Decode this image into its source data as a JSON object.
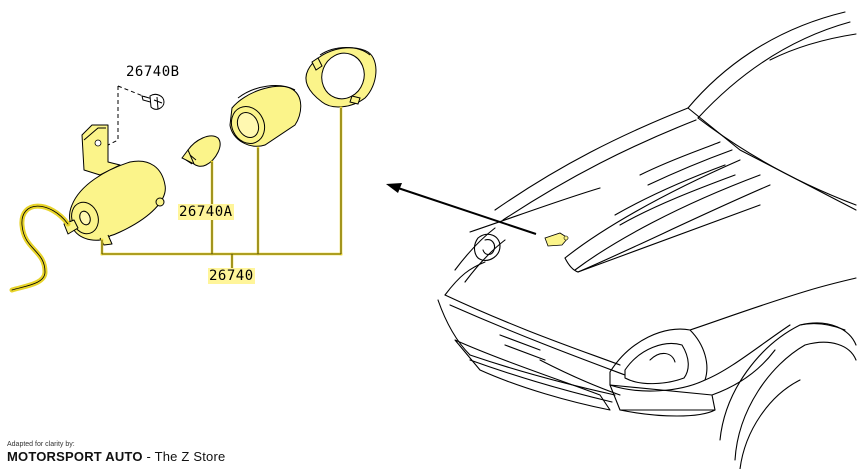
{
  "labels": {
    "screw": "26740B",
    "bulb": "26740A",
    "assembly": "26740"
  },
  "credit": {
    "small": "Adapted for clarity by:",
    "brand": "MOTORSPORT AUTO",
    "suffix": " - The Z Store"
  },
  "colors": {
    "part_fill": "#fbf48a",
    "highlight_line": "#e8d42a",
    "line": "#000000"
  }
}
